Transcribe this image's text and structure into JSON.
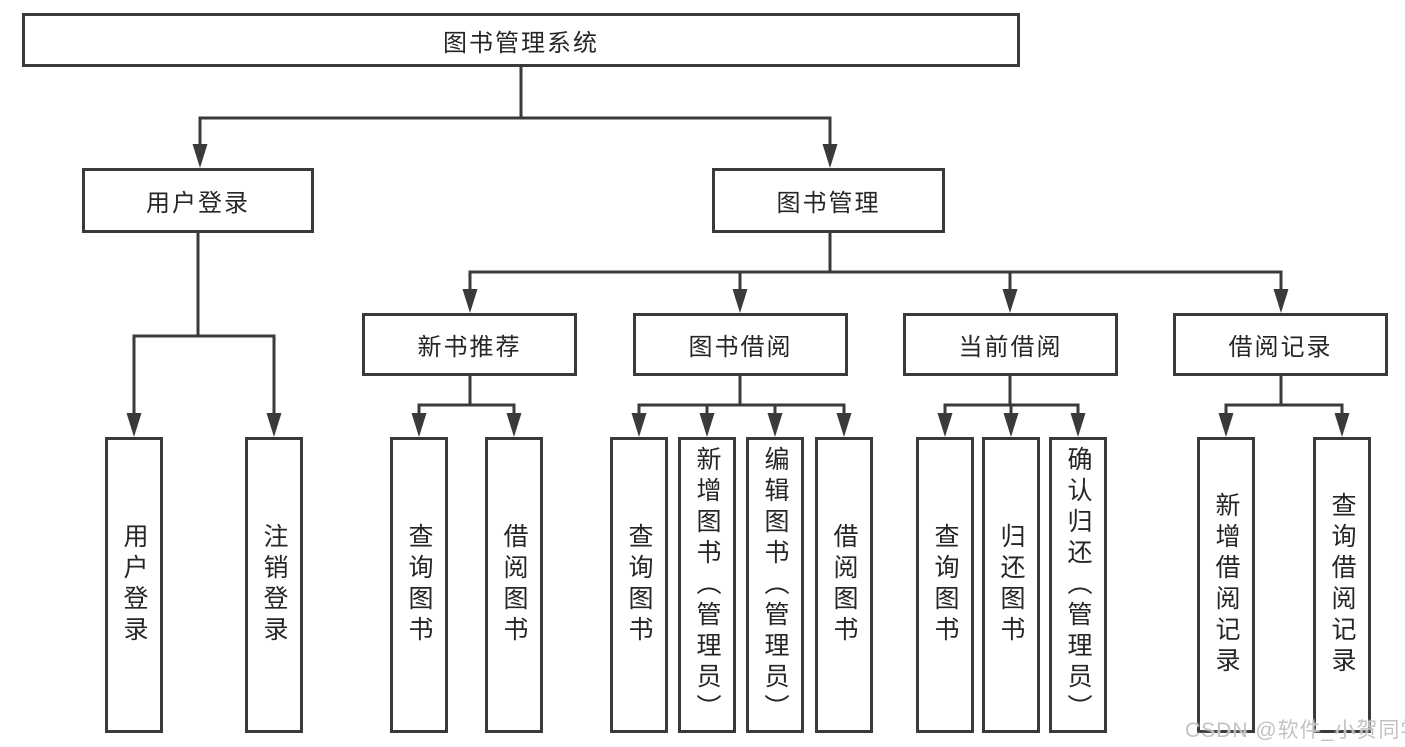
{
  "diagram": {
    "title": "图书管理系统",
    "level2": {
      "user_login": "用户登录",
      "book_mgmt": "图书管理"
    },
    "level3": {
      "new_books": "新书推荐",
      "book_borrow": "图书借阅",
      "current_borrow": "当前借阅",
      "borrow_records": "借阅记录"
    },
    "leaves": {
      "user_login": [
        "用户登录",
        "注销登录"
      ],
      "new_books": [
        "查询图书",
        "借阅图书"
      ],
      "book_borrow": [
        "查询图书",
        "新增图书（管理员）",
        "编辑图书（管理员）",
        "借阅图书"
      ],
      "current_borrow": [
        "查询图书",
        "归还图书",
        "确认归还（管理员）"
      ],
      "borrow_records": [
        "新增借阅记录",
        "查询借阅记录"
      ]
    }
  },
  "watermark": "CSDN @软件_小贺同学",
  "colors": {
    "line": "#3a3a3a",
    "text": "#262626",
    "watermark": "#c3c3c3",
    "background": "#ffffff"
  }
}
